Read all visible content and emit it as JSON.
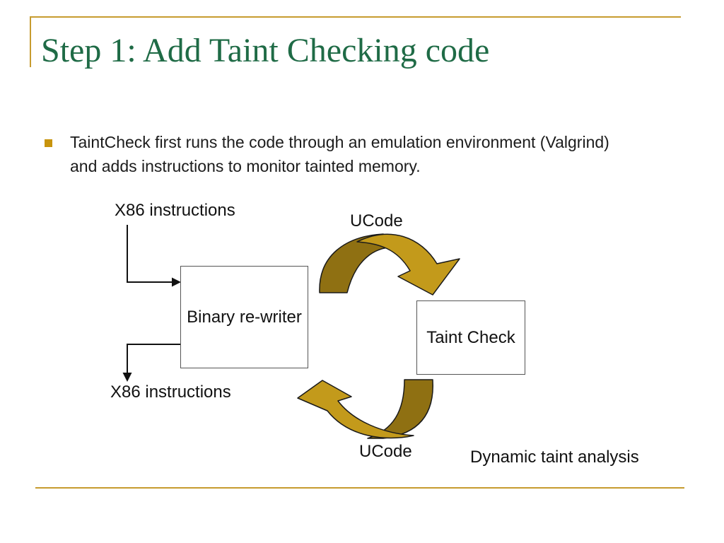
{
  "slide": {
    "title": "Step 1: Add Taint Checking code",
    "bullet": {
      "lines": [
        "TaintCheck first runs the code through an emulation environment (Valgrind)",
        "and adds instructions to monitor tainted memory."
      ]
    },
    "colors": {
      "title_green": "#1F6B46",
      "rule_gold": "#C79C2F",
      "bullet_gold": "#C8940D",
      "arc_dark_gold": "#8F7012",
      "arc_bright_gold": "#C39A1B",
      "connector_black": "#111111"
    }
  },
  "diagram": {
    "boxes": {
      "binary_rewriter": "Binary re-writer",
      "taint_check": "Taint Check"
    },
    "labels": {
      "x86_top": "X86 instructions",
      "x86_bottom": "X86 instructions",
      "ucode_top": "UCode",
      "ucode_bottom": "UCode",
      "caption": "Dynamic taint analysis"
    }
  }
}
